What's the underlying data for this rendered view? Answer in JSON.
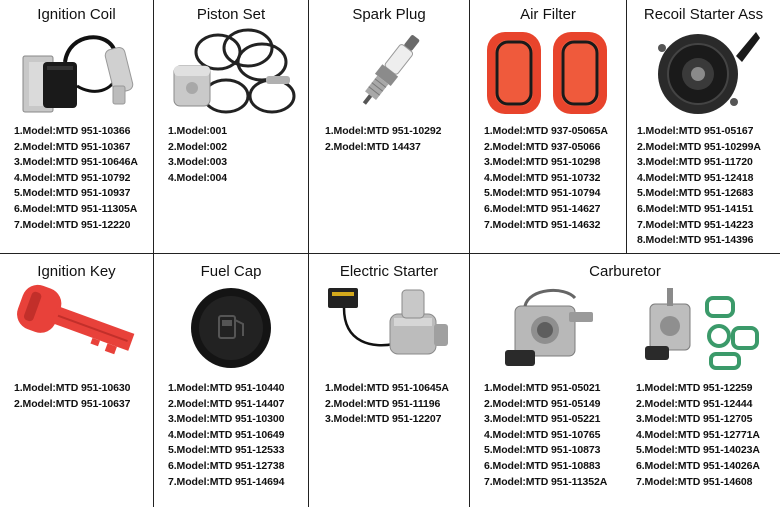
{
  "products": [
    {
      "title": "Ignition Coil",
      "icon": "ignition-coil-icon",
      "models": [
        "1.Model:MTD 951-10366",
        "2.Model:MTD 951-10367",
        "3.Model:MTD 951-10646A",
        "4.Model:MTD 951-10792",
        "5.Model:MTD 951-10937",
        "6.Model:MTD 951-11305A",
        "7.Model:MTD 951-12220"
      ]
    },
    {
      "title": "Piston Set",
      "icon": "piston-set-icon",
      "models": [
        "1.Model:001",
        "2.Model:002",
        "3.Model:003",
        "4.Model:004"
      ]
    },
    {
      "title": "Spark Plug",
      "icon": "spark-plug-icon",
      "models": [
        "1.Model:MTD 951-10292",
        "2.Model:MTD 14437"
      ]
    },
    {
      "title": "Air Filter",
      "icon": "air-filter-icon",
      "models": [
        "1.Model:MTD 937-05065A",
        "2.Model:MTD 937-05066",
        "3.Model:MTD 951-10298",
        "4.Model:MTD 951-10732",
        "5.Model:MTD 951-10794",
        "6.Model:MTD 951-14627",
        "7.Model:MTD 951-14632"
      ]
    },
    {
      "title": "Recoil Starter Ass",
      "icon": "recoil-starter-icon",
      "models": [
        "1.Model:MTD 951-05167",
        "2.Model:MTD 951-10299A",
        "3.Model:MTD 951-11720",
        "4.Model:MTD 951-12418",
        "5.Model:MTD 951-12683",
        "6.Model:MTD 951-14151",
        "7.Model:MTD 951-14223",
        "8.Model:MTD 951-14396"
      ]
    },
    {
      "title": "Ignition Key",
      "icon": "ignition-key-icon",
      "models": [
        "1.Model:MTD 951-10630",
        "2.Model:MTD 951-10637"
      ]
    },
    {
      "title": "Fuel Cap",
      "icon": "fuel-cap-icon",
      "models": [
        "1.Model:MTD 951-10440",
        "2.Model:MTD 951-14407",
        "3.Model:MTD 951-10300",
        "4.Model:MTD 951-10649",
        "5.Model:MTD 951-12533",
        "6.Model:MTD 951-12738",
        "7.Model:MTD 951-14694"
      ]
    },
    {
      "title": "Electric Starter",
      "icon": "electric-starter-icon",
      "models": [
        "1.Model:MTD 951-10645A",
        "2.Model:MTD 951-11196",
        "3.Model:MTD 951-12207"
      ]
    },
    {
      "title": "Carburetor",
      "icon": "carburetor-icon",
      "models_left": [
        "1.Model:MTD 951-05021",
        "2.Model:MTD 951-05149",
        "3.Model:MTD 951-05221",
        "4.Model:MTD 951-10765",
        "5.Model:MTD 951-10873",
        "6.Model:MTD 951-10883",
        "7.Model:MTD 951-11352A"
      ],
      "models_right": [
        "1.Model:MTD 951-12259",
        "2.Model:MTD 951-12444",
        "3.Model:MTD 951-12705",
        "4.Model:MTD 951-12771A",
        "5.Model:MTD 951-14023A",
        "6.Model:MTD 951-14026A",
        "7.Model:MTD 951-14608"
      ]
    }
  ]
}
